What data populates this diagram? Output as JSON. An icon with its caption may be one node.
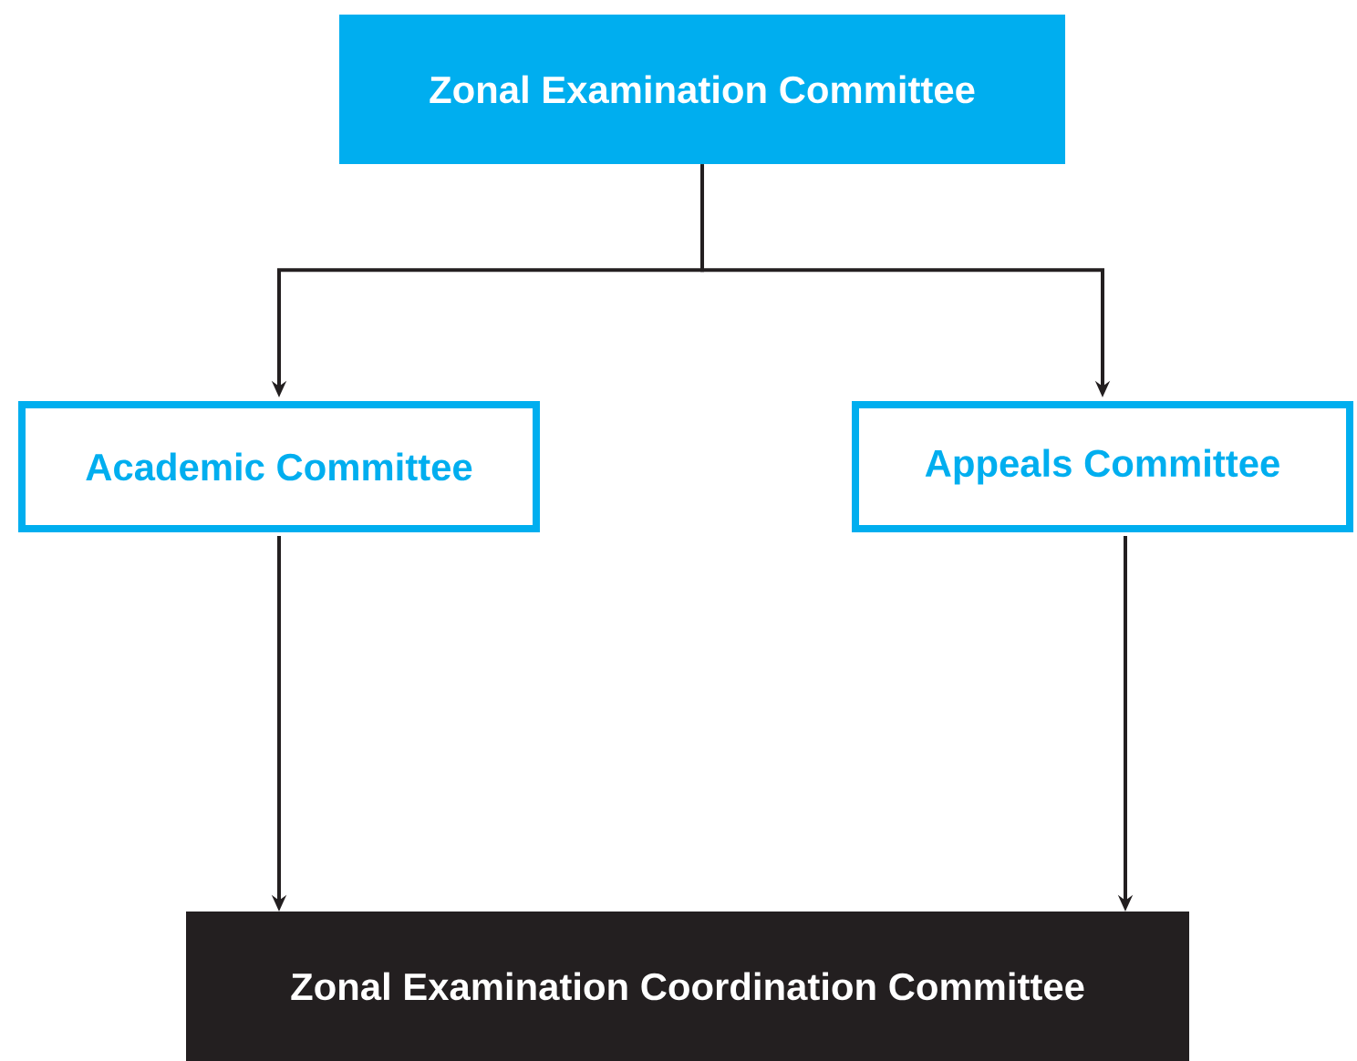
{
  "diagram": {
    "nodes": [
      {
        "text": [
          "Zonal Examination Committee"
        ]
      },
      {
        "text": [
          "Academic Committee"
        ]
      },
      {
        "text": [
          "Appeals Committee"
        ]
      },
      {
        "text": [
          "Zonal Examination Coordination Committee"
        ]
      }
    ],
    "edges": [
      {
        "from": 0,
        "to": 1,
        "arrow": "to"
      },
      {
        "from": 0,
        "to": 2,
        "arrow": "to"
      },
      {
        "from": 1,
        "to": 3,
        "arrow": "to"
      },
      {
        "from": 2,
        "to": 3,
        "arrow": "to"
      }
    ]
  }
}
